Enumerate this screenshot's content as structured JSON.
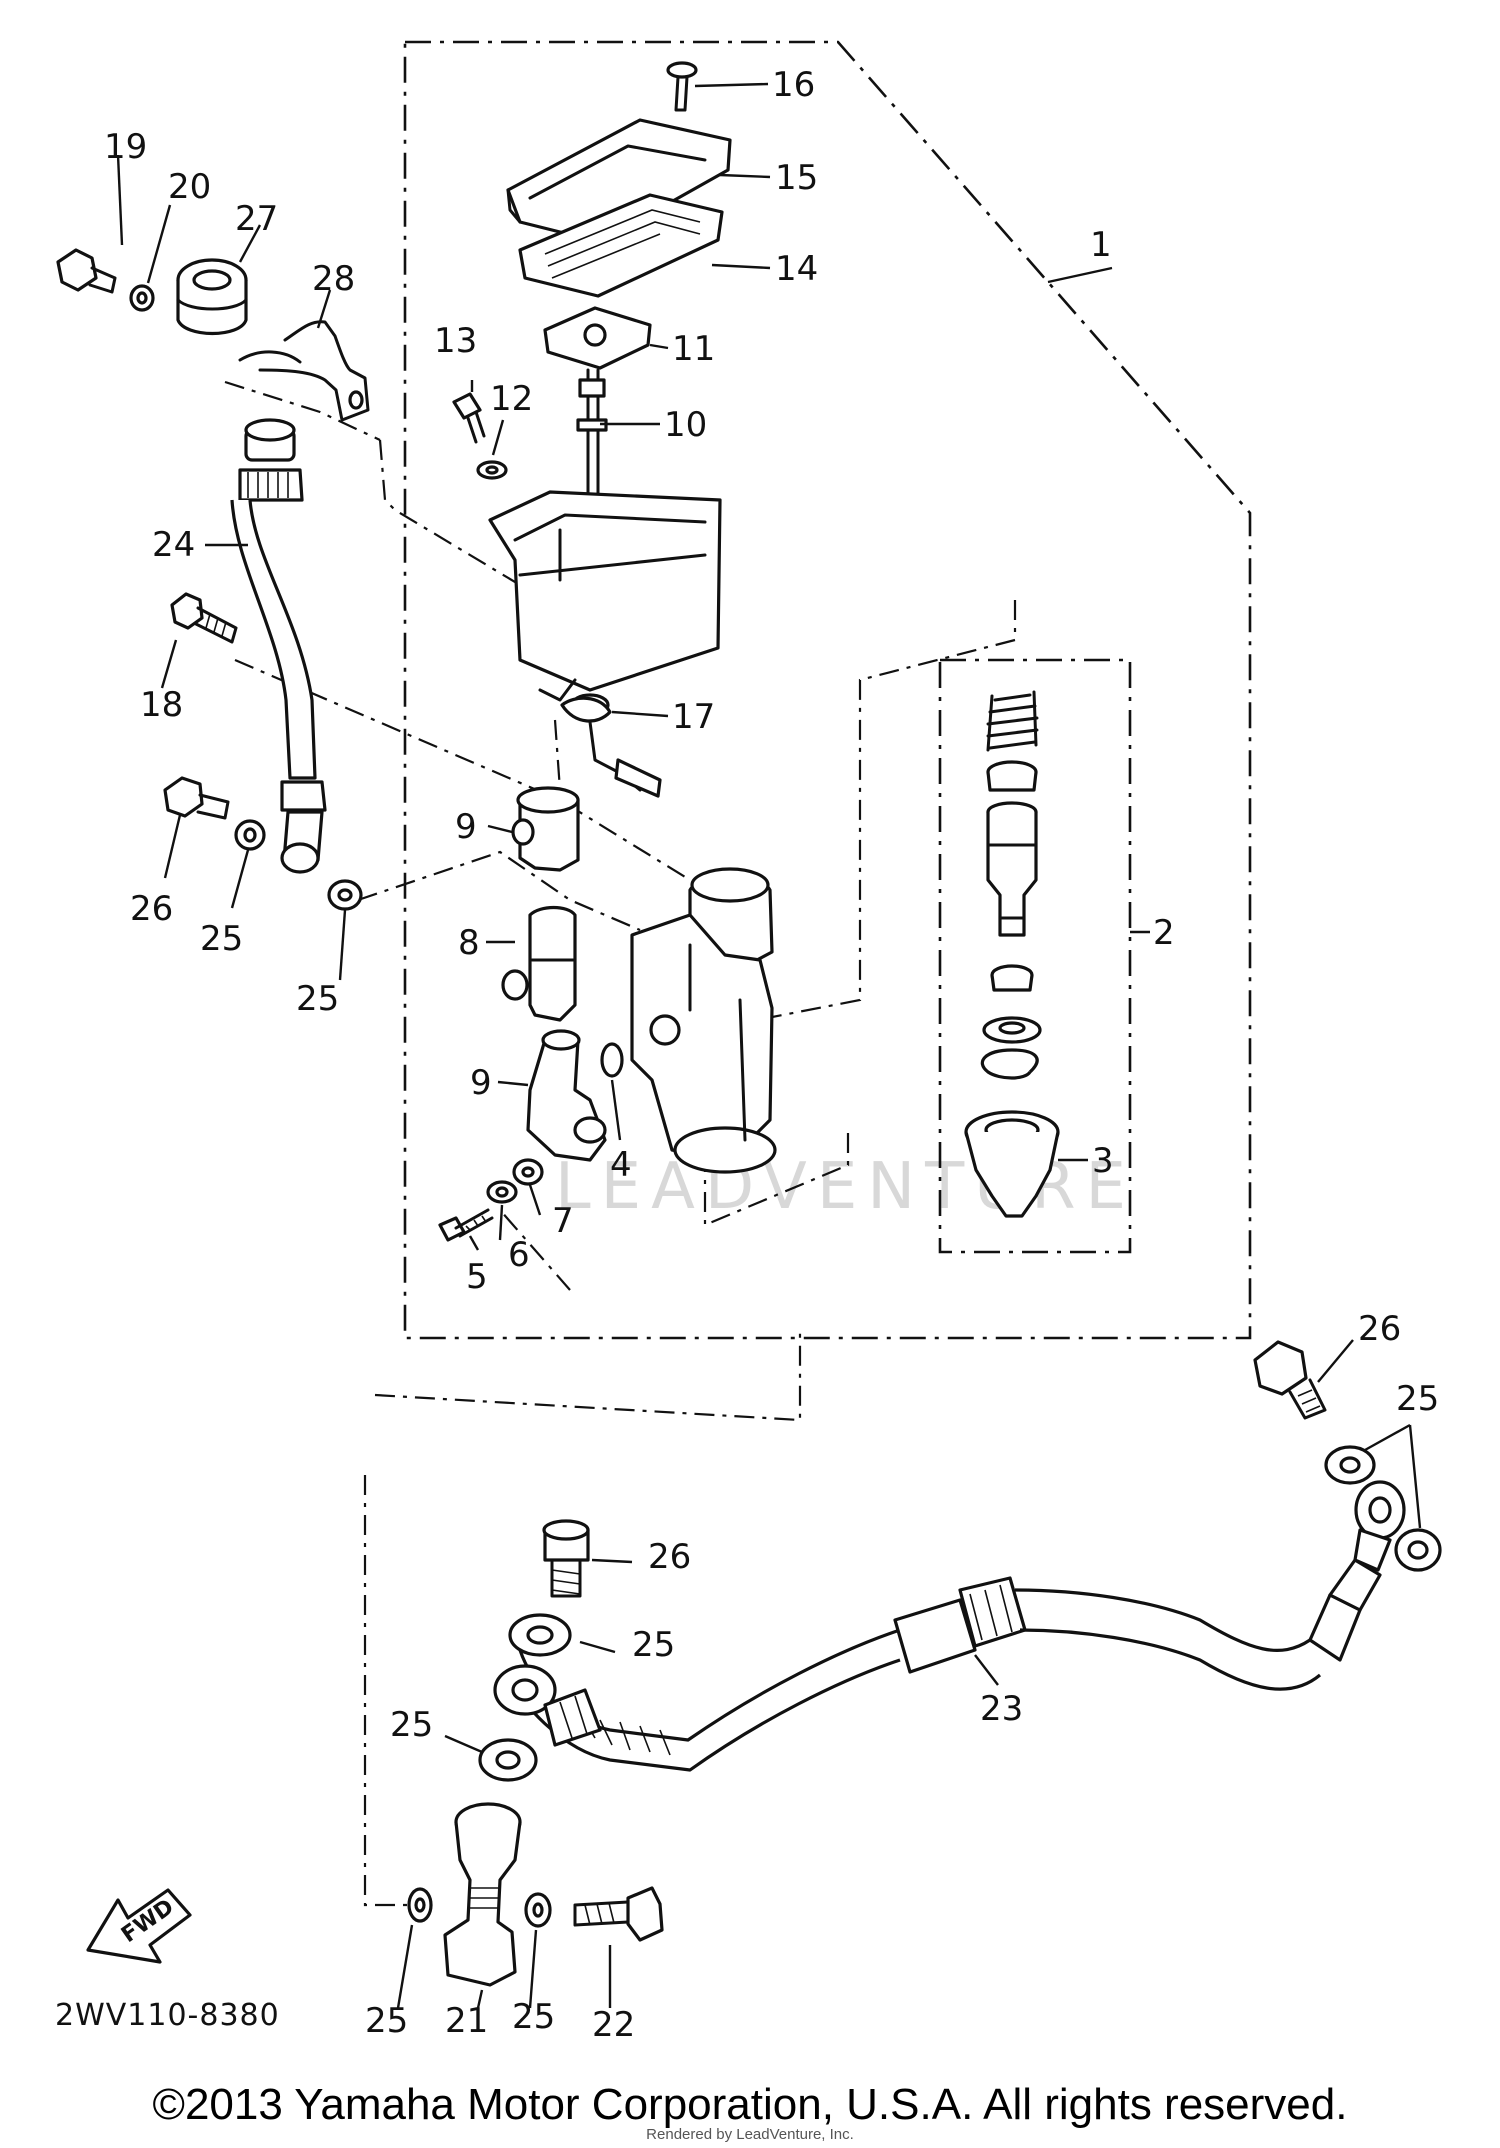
{
  "diagram": {
    "diagram_code": "2WV110-8380",
    "forward_marker": "FWD",
    "watermark": "LEADVENTURE",
    "callouts": {
      "c1": "1",
      "c2": "2",
      "c3": "3",
      "c4": "4",
      "c5": "5",
      "c6": "6",
      "c7": "7",
      "c8": "8",
      "c9a": "9",
      "c9b": "9",
      "c10": "10",
      "c11": "11",
      "c12": "12",
      "c13": "13",
      "c14": "14",
      "c15": "15",
      "c16": "16",
      "c17": "17",
      "c18": "18",
      "c19": "19",
      "c20": "20",
      "c21": "21",
      "c22": "22",
      "c23": "23",
      "c24": "24",
      "c25a": "25",
      "c25b": "25",
      "c25c": "25",
      "c25d": "25",
      "c25e": "25",
      "c25f": "25",
      "c25g": "25",
      "c26a": "26",
      "c26b": "26",
      "c26c": "26",
      "c27": "27",
      "c28": "28"
    }
  },
  "footer": {
    "copyright": "©2013 Yamaha Motor Corporation, U.S.A. All rights reserved.",
    "render_note": "Rendered by LeadVenture, Inc."
  }
}
